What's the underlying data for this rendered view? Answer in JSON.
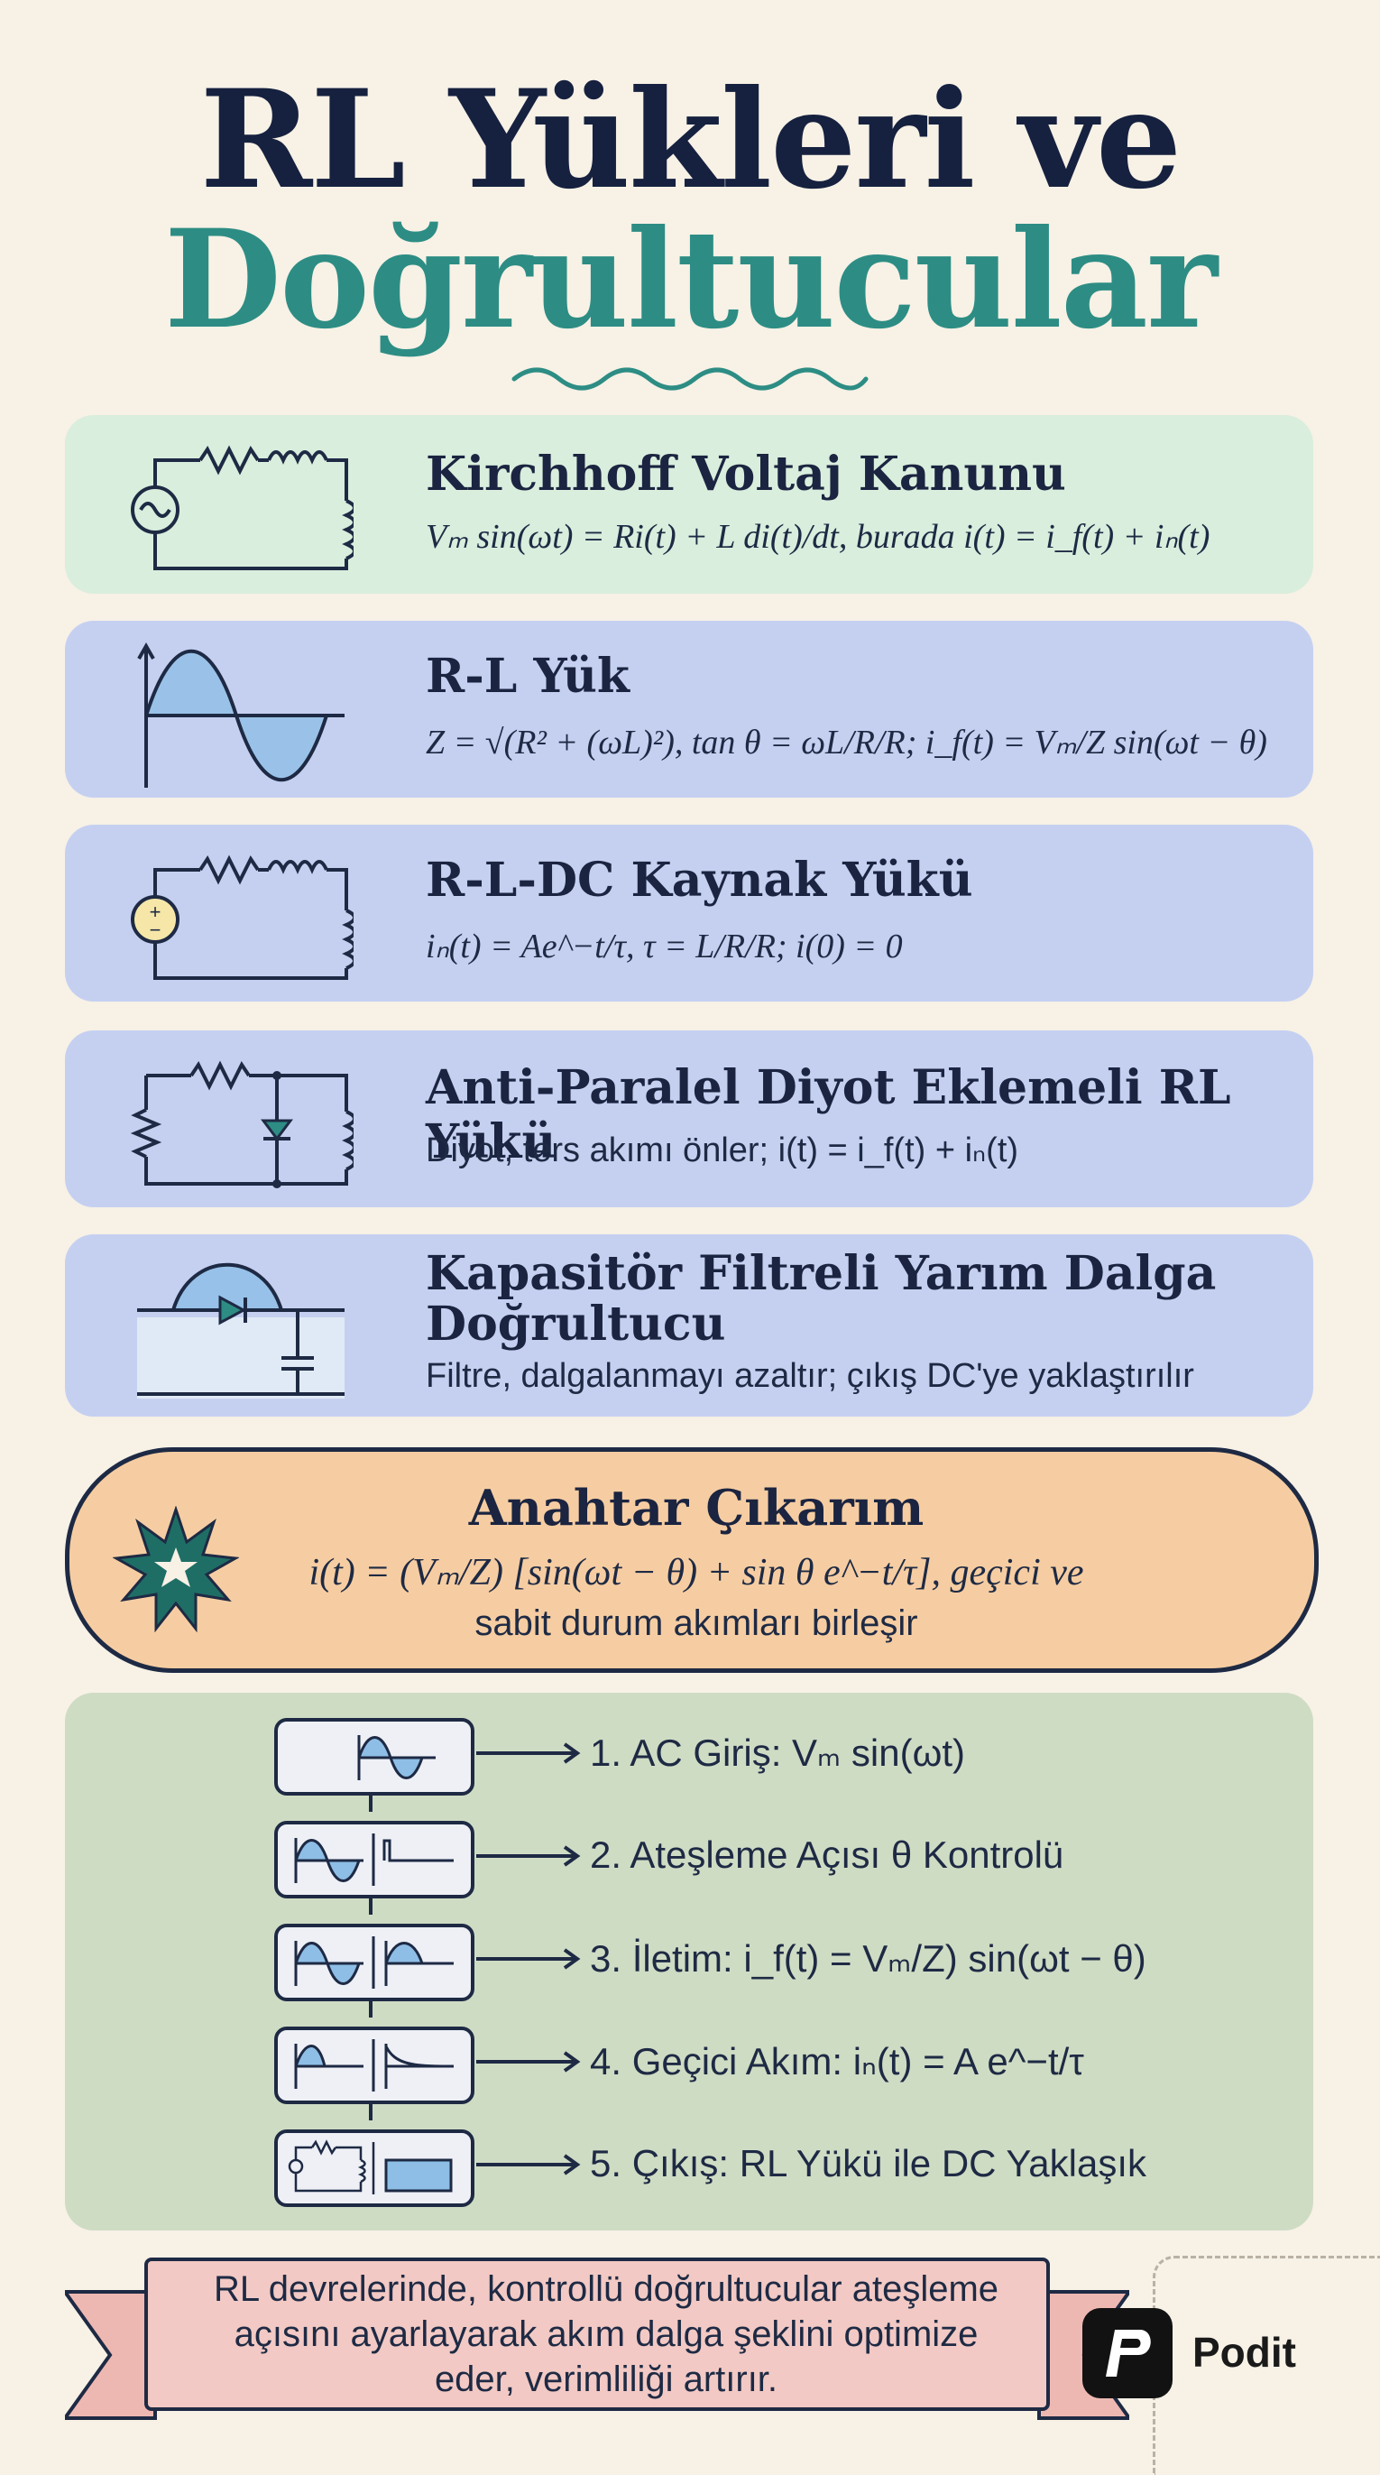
{
  "title": {
    "line1": "RL Yükleri ve",
    "line2": "Doğrultucular"
  },
  "colors": {
    "navy": "#16213f",
    "teal": "#2d8d84",
    "mint": "#d9eedd",
    "lavender": "#c5d0f1",
    "peach": "#f6cda2",
    "sage": "#cfdcc4",
    "pink": "#f2c9c4"
  },
  "cards": [
    {
      "title": "Kirchhoff Voltaj Kanunu",
      "formula": "Vₘ sin(ωt) = Ri(t) + L di(t)/dt, burada i(t) = i_f(t) + iₙ(t)",
      "icon": "ac-rl-circuit-icon"
    },
    {
      "title": "R-L Yük",
      "formula": "Z = √(R² + (ωL)²), tan θ = ωL/R/R; i_f(t) = Vₘ/Z sin(ωt − θ)",
      "icon": "sine-wave-icon"
    },
    {
      "title": "R-L-DC Kaynak Yükü",
      "formula": "iₙ(t) = Ae^−t/τ, τ = L/R/R; i(0) = 0",
      "icon": "dc-rl-circuit-icon"
    },
    {
      "title": "Anti-Paralel Diyot Eklemeli RL Yükü",
      "formula": "Diyot, ters akımı önler; i(t) = i_f(t) + iₙ(t)",
      "icon": "diode-rl-circuit-icon"
    },
    {
      "title_l1": "Kapasitör Filtreli Yarım Dalga",
      "title_l2": "Doğrultucu",
      "formula": "Filtre, dalgalanmayı azaltır; çıkış DC'ye yaklaştırılır",
      "icon": "capacitor-filter-icon"
    }
  ],
  "key": {
    "title": "Anahtar Çıkarım",
    "line1": "i(t) = (Vₘ/Z) [sin(ωt − θ) + sin θ e^−t/τ], geçici ve",
    "line2": "sabit durum akımları birleşir",
    "icon": "star-burst-icon"
  },
  "flow": [
    {
      "text": "1. AC Giriş: Vₘ sin(ωt)"
    },
    {
      "text": "2. Ateşleme Açısı θ Kontrolü"
    },
    {
      "text": "3. İletim: i_f(t) = Vₘ/Z) sin(ωt − θ)"
    },
    {
      "text": "4. Geçici Akım: iₙ(t) = A e^−t/τ"
    },
    {
      "text": "5. Çıkış: RL Yükü ile DC Yaklaşık"
    }
  ],
  "banner": {
    "line1": "RL devrelerinde, kontrollü doğrultucular ateşleme",
    "line2": "açısını ayarlayarak akım dalga şeklini optimize",
    "line3": "eder, verimliliği artırır."
  },
  "logo": {
    "text": "Podit",
    "icon": "podit-logo-icon"
  }
}
